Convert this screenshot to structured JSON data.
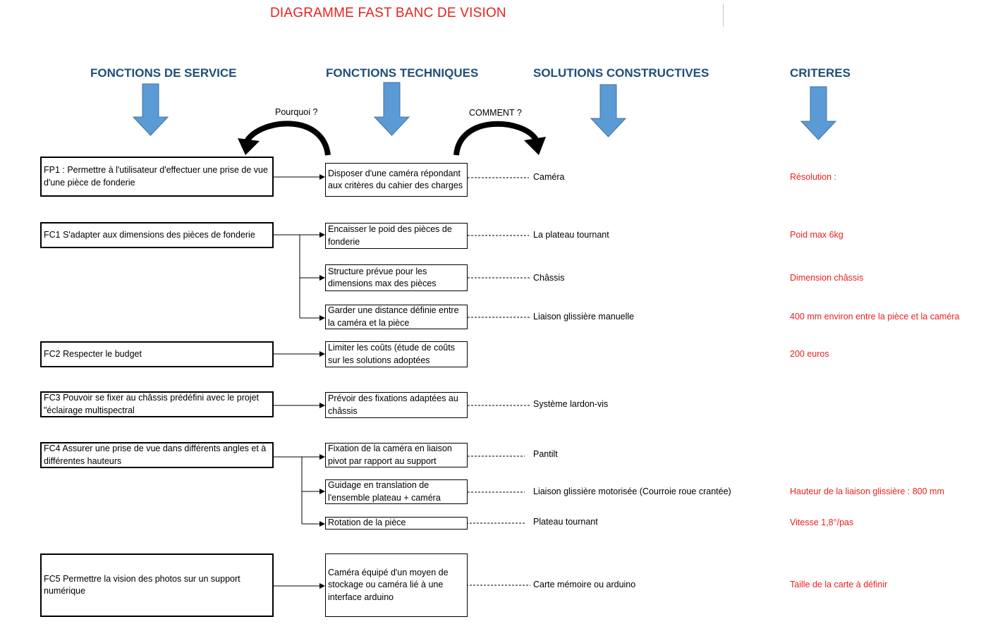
{
  "title": "DIAGRAMME FAST BANC DE VISION",
  "headers": {
    "service": "FONCTIONS DE SERVICE",
    "techniques": "FONCTIONS TECHNIQUES",
    "solutions": "SOLUTIONS CONSTRUCTIVES",
    "criteres": "CRITERES"
  },
  "questions": {
    "why": "Pourquoi ?",
    "how": "COMMENT ?"
  },
  "colors": {
    "title": "#e8221f",
    "header": "#1f4e79",
    "arrow": "#5b9bd5",
    "criteria": "#e8221f"
  },
  "service_functions": [
    {
      "id": "FP1",
      "text": "FP1 : Permettre à l'utilisateur d'effectuer une prise de vue d'une pièce de fonderie"
    },
    {
      "id": "FC1",
      "text": "FC1  S'adapter aux dimensions des pièces de fonderie"
    },
    {
      "id": "FC2",
      "text": "FC2 Respecter le budget"
    },
    {
      "id": "FC3",
      "text": "FC3 Pouvoir se fixer au châssis prédéfini avec le projet \"éclairage multispectral"
    },
    {
      "id": "FC4",
      "text": "FC4 Assurer une prise de vue dans différents angles et à différentes hauteurs"
    },
    {
      "id": "FC5",
      "text": "FC5 Permettre la vision des photos sur un support numérique"
    }
  ],
  "technical_functions": [
    {
      "text": "Disposer d'une caméra répondant aux critères du cahier des charges",
      "solution": "Caméra",
      "criterion": "Résolution :"
    },
    {
      "text": "Encaisser le poid des pièces de fonderie",
      "solution": "La plateau tournant",
      "criterion": "Poid max 6kg"
    },
    {
      "text": "Structure prévue pour les dimensions max des pièces",
      "solution": "Châssis",
      "criterion": "Dimension châssis"
    },
    {
      "text": "Garder une distance définie entre la caméra et la pièce",
      "solution": "Liaison glissière manuelle",
      "criterion": "400 mm environ entre la pièce et la caméra"
    },
    {
      "text": "Limiter les coûts (étude de coûts sur les solutions adoptées",
      "solution": "",
      "criterion": "200 euros"
    },
    {
      "text": "Prévoir des fixations adaptées au châssis",
      "solution": "Système lardon-vis",
      "criterion": ""
    },
    {
      "text": "Fixation de la caméra en liaison pivot par rapport au support",
      "solution": "Pantilt",
      "criterion": ""
    },
    {
      "text": "Guidage en translation de l'ensemble plateau + caméra",
      "solution": "Liaison glissière motorisée (Courroie roue crantée)",
      "criterion": "Hauteur de la liaison glissière : 800 mm"
    },
    {
      "text": "Rotation de la pièce",
      "solution": "Plateau tournant",
      "criterion": "Vitesse 1,8°/pas"
    },
    {
      "text": "Caméra équipé d'un moyen de stockage ou caméra lié à une interface arduino",
      "solution": "Carte mémoire ou arduino",
      "criterion": "Taille de la carte à définir"
    }
  ]
}
